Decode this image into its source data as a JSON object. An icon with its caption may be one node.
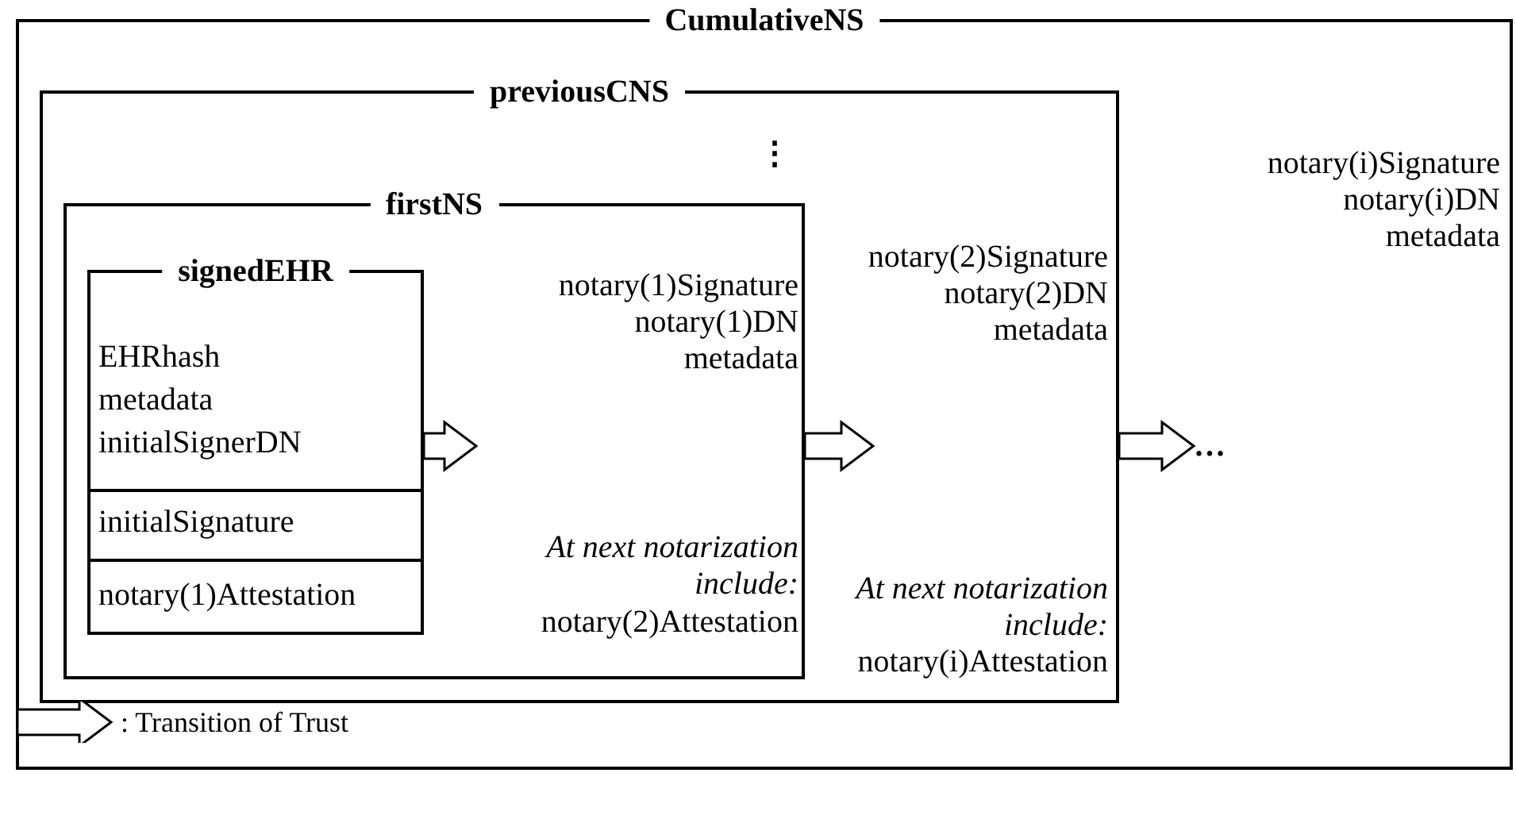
{
  "diagram": {
    "nodes": [
      {
        "text": [
          "CumulativeNS",
          "notary(i)Signature notary(i)DN metadata"
        ]
      },
      {
        "text": [
          "previousCNS",
          "notary(2)Signature notary(2)DN metadata",
          "At next notarization include:",
          "notary(i)Attestation"
        ],
        "in": 0
      },
      {
        "text": [
          "firstNS",
          "notary(1)Signature notary(1)DN metadata",
          "At next notarization include:",
          "notary(2)Attestation"
        ],
        "in": 1
      },
      {
        "text": [
          "signedEHR",
          "EHRhash metadata initialSignerDN"
        ],
        "in": 2
      },
      {
        "text": [
          "initialSignature"
        ],
        "in": 3
      },
      {
        "text": [
          "notary(1)Attestation"
        ],
        "in": 3
      },
      {
        "text": [
          "…"
        ],
        "in": 0
      }
    ],
    "edges": [
      {
        "from": 3,
        "to": null,
        "arrow": "to"
      },
      {
        "from": 2,
        "to": null,
        "arrow": "to"
      },
      {
        "from": 1,
        "to": 6,
        "arrow": "to"
      }
    ],
    "labels": [
      "⋮"
    ],
    "legend": [
      {
        "text": ": Transition of Trust"
      }
    ]
  }
}
